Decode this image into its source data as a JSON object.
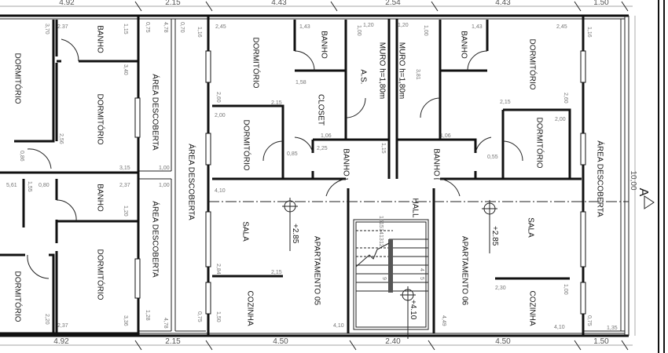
{
  "plan": {
    "top_dims": [
      "4.92",
      "2.15",
      "4.43",
      "2.54",
      "4.43",
      "1.50"
    ],
    "bottom_dims": [
      "4.92",
      "2.15",
      "4.50",
      "2.40",
      "4.50",
      "1.50"
    ],
    "side_dim": "10,00",
    "section_marker": "A",
    "rooms": {
      "left_dorm_1": "DORMITÓRIO",
      "left_banho_1": "BANHO",
      "left_dorm_2": "DORMITÓRIO",
      "left_area_1": "ÁREA DESCOBERTA",
      "left_banho_2": "BANHO",
      "left_dorm_3": "DORMITÓRIO",
      "left_dorm_4": "DORMITÓRIO",
      "left_area_2": "ÁREA DESCOBERTA",
      "area_center_left": "ÁREA DESCOBERTA",
      "ap05_dorm_1": "DORMITÓRIO",
      "ap05_banho_1": "BANHO",
      "ap05_closet": "CLOSET",
      "ap05_as": "A.S.",
      "muro_1": "MURO h=1,80m",
      "muro_2": "MURO h=1,80m",
      "ap05_dorm_2": "DORMITÓRIO",
      "ap05_banho_2": "BANHO",
      "ap06_banho_2": "BANHO",
      "ap06_banho_1": "BANHO",
      "ap06_dorm_1": "DORMITÓRIO",
      "ap06_dorm_2": "DORMITÓRIO",
      "hall": "HALL",
      "area_right": "ÁREA DESCOBERTA",
      "ap05_sala": "SALA",
      "ap05_title": "APARTAMENTO 05",
      "ap05_cozinha": "COZINHA",
      "ap06_sala": "SALA",
      "ap06_title": "APARTAMENTO 06",
      "ap06_cozinha": "COZINHA"
    },
    "levels": {
      "ap05": "+2.85",
      "ap06": "+2.85",
      "stair": "+4.10"
    },
    "stair_numbers": [
      "16",
      "15",
      "14",
      "13",
      "12",
      "4",
      "5",
      "9"
    ],
    "dims": [
      "3,70",
      "2.37",
      "1,15",
      "0,75",
      "4,78",
      "0,70",
      "1,16",
      "2,45",
      "1,43",
      "1,58",
      "2,15",
      "2,60",
      "2,00",
      "0,85",
      "2,25",
      "3,40",
      "2,56",
      "3,15",
      "1,00",
      "0,86",
      "1,20",
      "1,00",
      "3,81",
      "1,06",
      "1,15",
      "0,55",
      "1,20",
      "1,00",
      "1,43",
      "2,45",
      "1,16",
      "2,15",
      "2,60",
      "2,00",
      "5,61",
      "1,55",
      "0,80",
      "2,37",
      "1,20",
      "4,10",
      "2,84",
      "2,15",
      "1,28",
      "4,78",
      "0,75",
      "1,50",
      "2,20",
      "2,37",
      "3,36",
      "4,49",
      "2,30",
      "1,35",
      "4,10",
      "1,00",
      "0,75",
      "1,00",
      "4,10",
      "1,06"
    ]
  }
}
